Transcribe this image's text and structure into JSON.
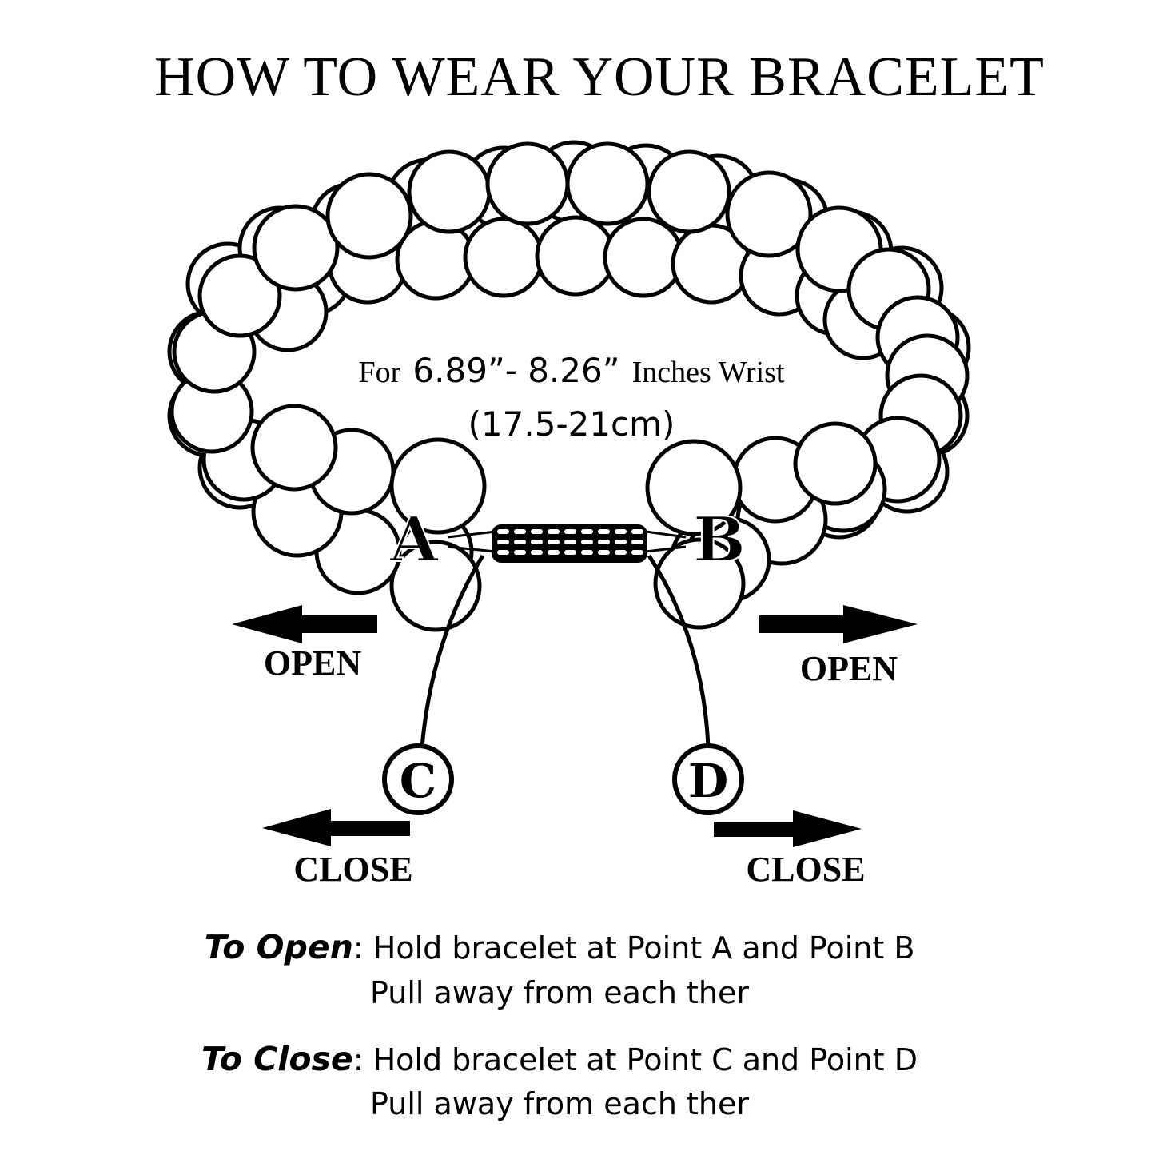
{
  "title": "HOW TO WEAR YOUR BRACELET",
  "wrist": {
    "prefix": "For",
    "range_in": "6.89”- 8.26”",
    "suffix": "Inches Wrist",
    "range_cm": "(17.5-21cm)"
  },
  "points": {
    "a": "A",
    "b": "B",
    "c": "C",
    "d": "D"
  },
  "arrows": {
    "open_left": "OPEN",
    "open_right": "OPEN",
    "close_left": "CLOSE",
    "close_right": "CLOSE"
  },
  "instructions": {
    "open_lead": "To Open",
    "open_text": ": Hold bracelet at Point A and Point B",
    "open_text2": "Pull away from each ther",
    "close_lead": "To Close",
    "close_text": ": Hold bracelet at Point C and Point D",
    "close_text2": "Pull away from each ther"
  },
  "colors": {
    "ink": "#000000",
    "background": "#ffffff",
    "bead_fill": "#ffffff"
  },
  "icons": [
    "bead-icon",
    "arrow-left-icon",
    "arrow-right-icon",
    "knot-icon"
  ]
}
